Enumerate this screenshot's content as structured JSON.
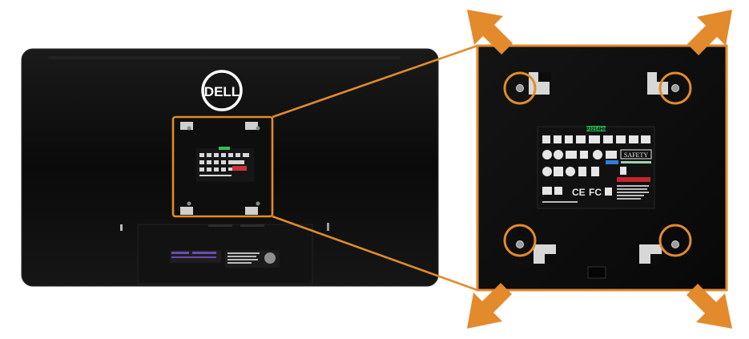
{
  "logo_text": "DELL",
  "back_label": {
    "model": "P2214Hb",
    "safety": "SAFETY",
    "marks": [
      "CE",
      "FC"
    ]
  },
  "colors": {
    "accent_orange": "#E38A2C",
    "monitor_body": "#0b0b0b",
    "panel_body": "#0d0d0d",
    "label_bg": "#111111",
    "logo_ring": "#ffffff"
  },
  "diagram": {
    "callout_circles": 4,
    "direction_arrows": [
      "up-left",
      "up-right",
      "down-left",
      "down-right"
    ]
  }
}
